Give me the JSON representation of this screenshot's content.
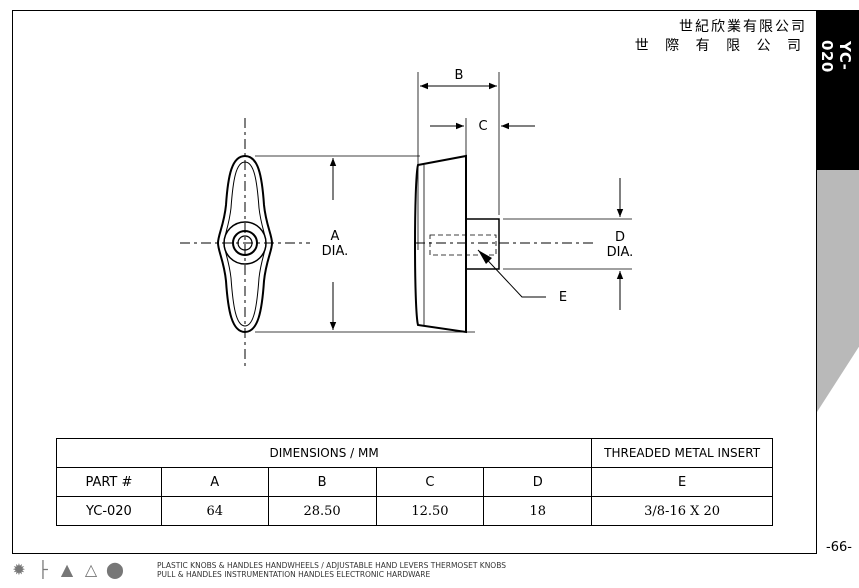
{
  "side_tab": {
    "code": "YC-020"
  },
  "company": {
    "line1": "世紀欣業有限公司",
    "line2": "世 際 有 限 公 司"
  },
  "drawing": {
    "label_a_1": "A",
    "label_a_2": "DIA.",
    "label_b": "B",
    "label_c": "C",
    "label_d_1": "D",
    "label_d_2": "DIA.",
    "label_e": "E"
  },
  "table": {
    "dimensions_header": "DIMENSIONS / MM",
    "insert_header": "THREADED METAL INSERT",
    "columns": [
      "PART #",
      "A",
      "B",
      "C",
      "D",
      "E"
    ],
    "rows": [
      [
        "YC-020",
        "64",
        "28.50",
        "12.50",
        "18",
        "3/8-16 X 20"
      ]
    ]
  },
  "page_number": "-66-",
  "footer": {
    "icons": [
      "gear-knob-icon",
      "lever-icon",
      "three-lobe-knob-icon",
      "triangle-knob-icon",
      "round-knob-icon"
    ],
    "line1": "PLASTIC KNOBS & HANDLES HANDWHEELS / ADJUSTABLE HAND LEVERS THERMOSET KNOBS",
    "line2": "PULL & HANDLES INSTRUMENTATION HANDLES ELECTRONIC HARDWARE"
  }
}
